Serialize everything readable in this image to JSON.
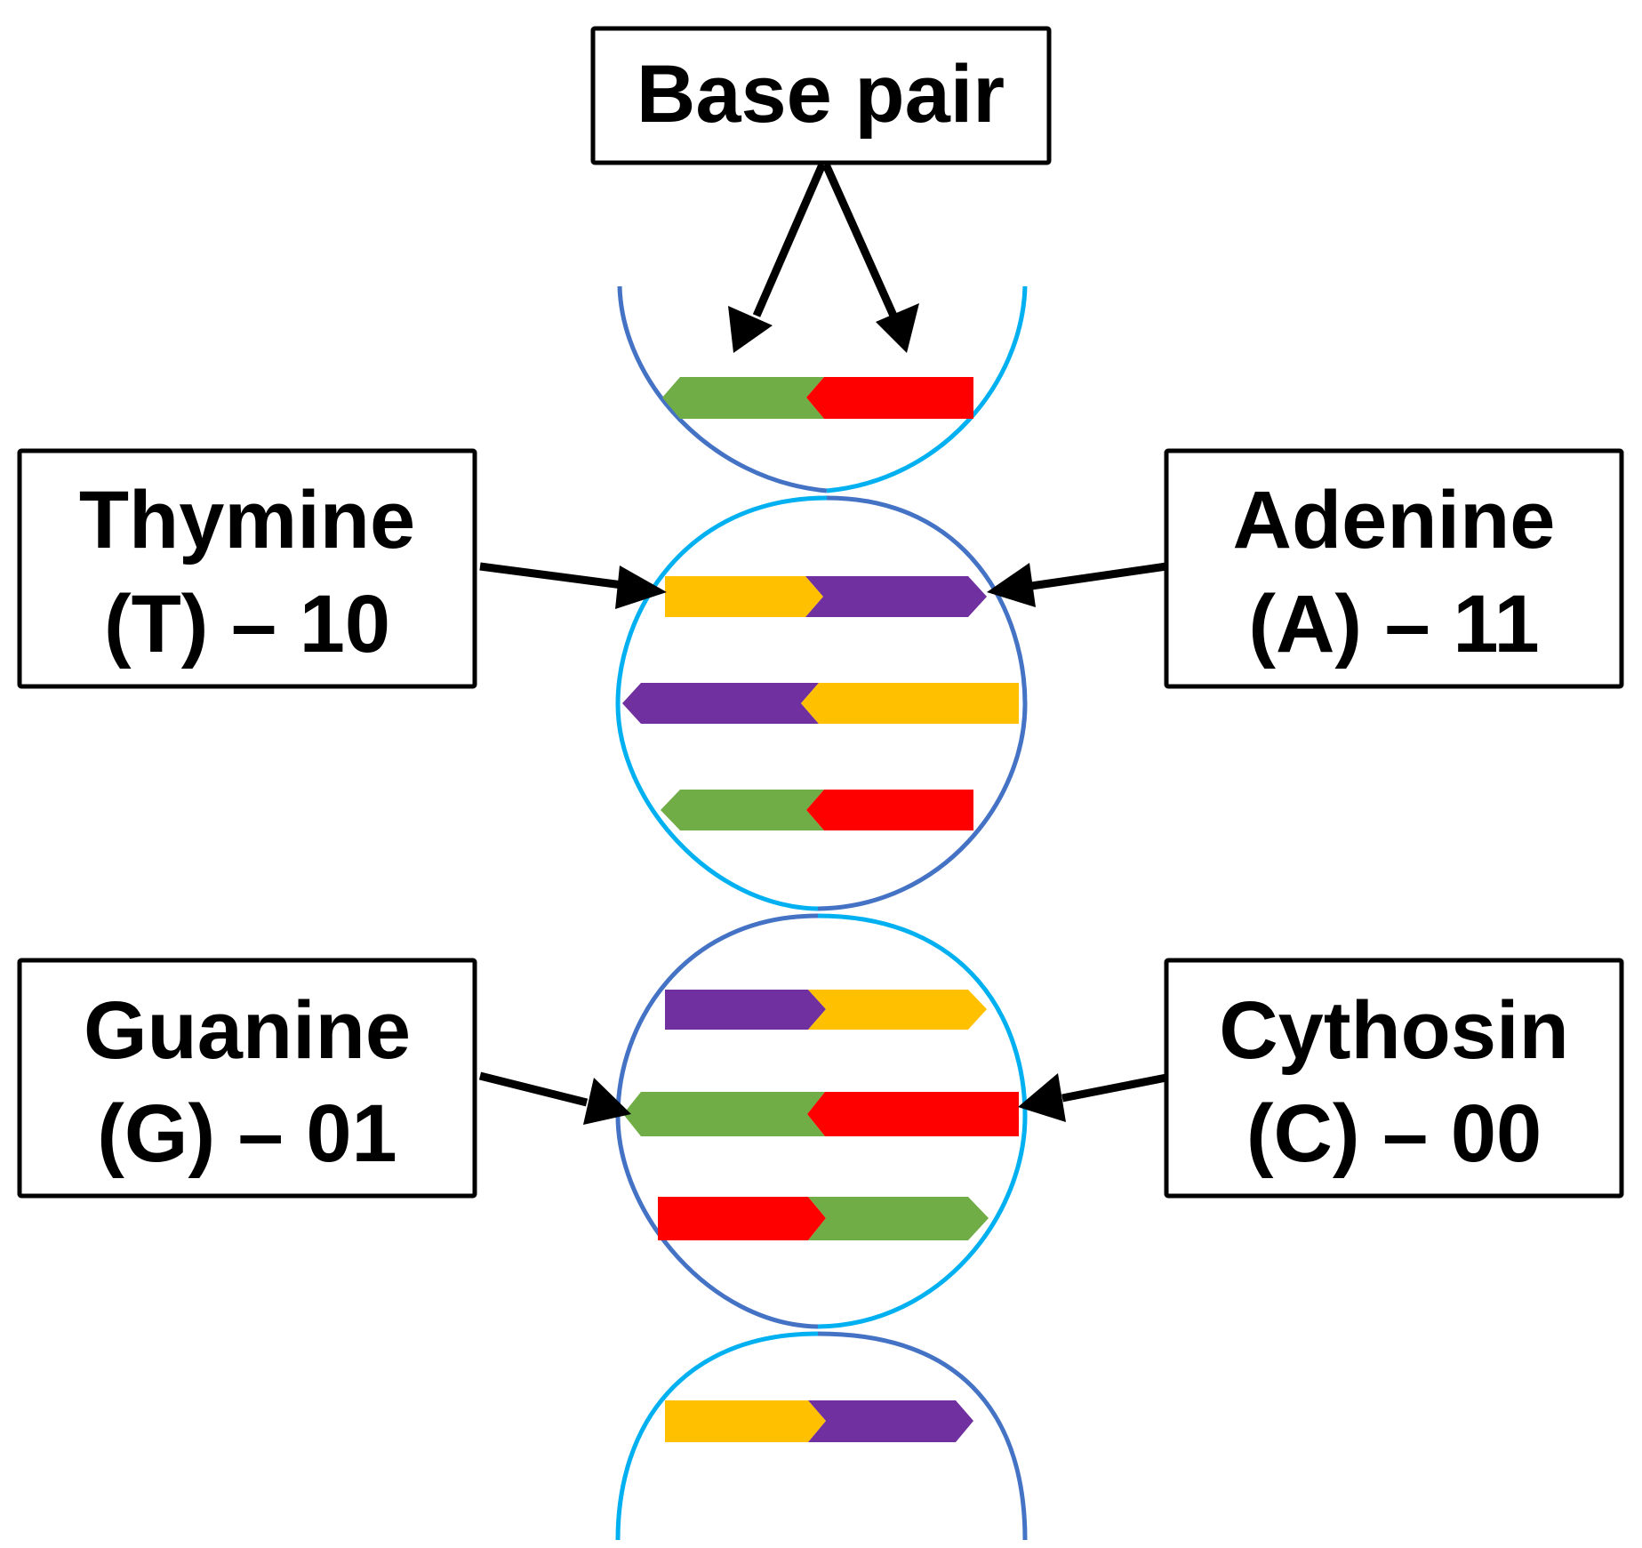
{
  "base_pair_label": "Base pair",
  "nucleotides": {
    "thymine": {
      "name": "Thymine",
      "code": "(T) – 10",
      "color": "#FFC000"
    },
    "adenine": {
      "name": "Adenine",
      "code": "(A) – 11",
      "color": "#7030A0"
    },
    "guanine": {
      "name": "Guanine",
      "code": "(G) – 01",
      "color": "#70AD47"
    },
    "cytosine": {
      "name": "Cythosin",
      "code": "(C) – 00",
      "color": "#FF0000"
    }
  },
  "strand_colors": {
    "dark": "#4472C4",
    "light": "#00B0F0"
  }
}
